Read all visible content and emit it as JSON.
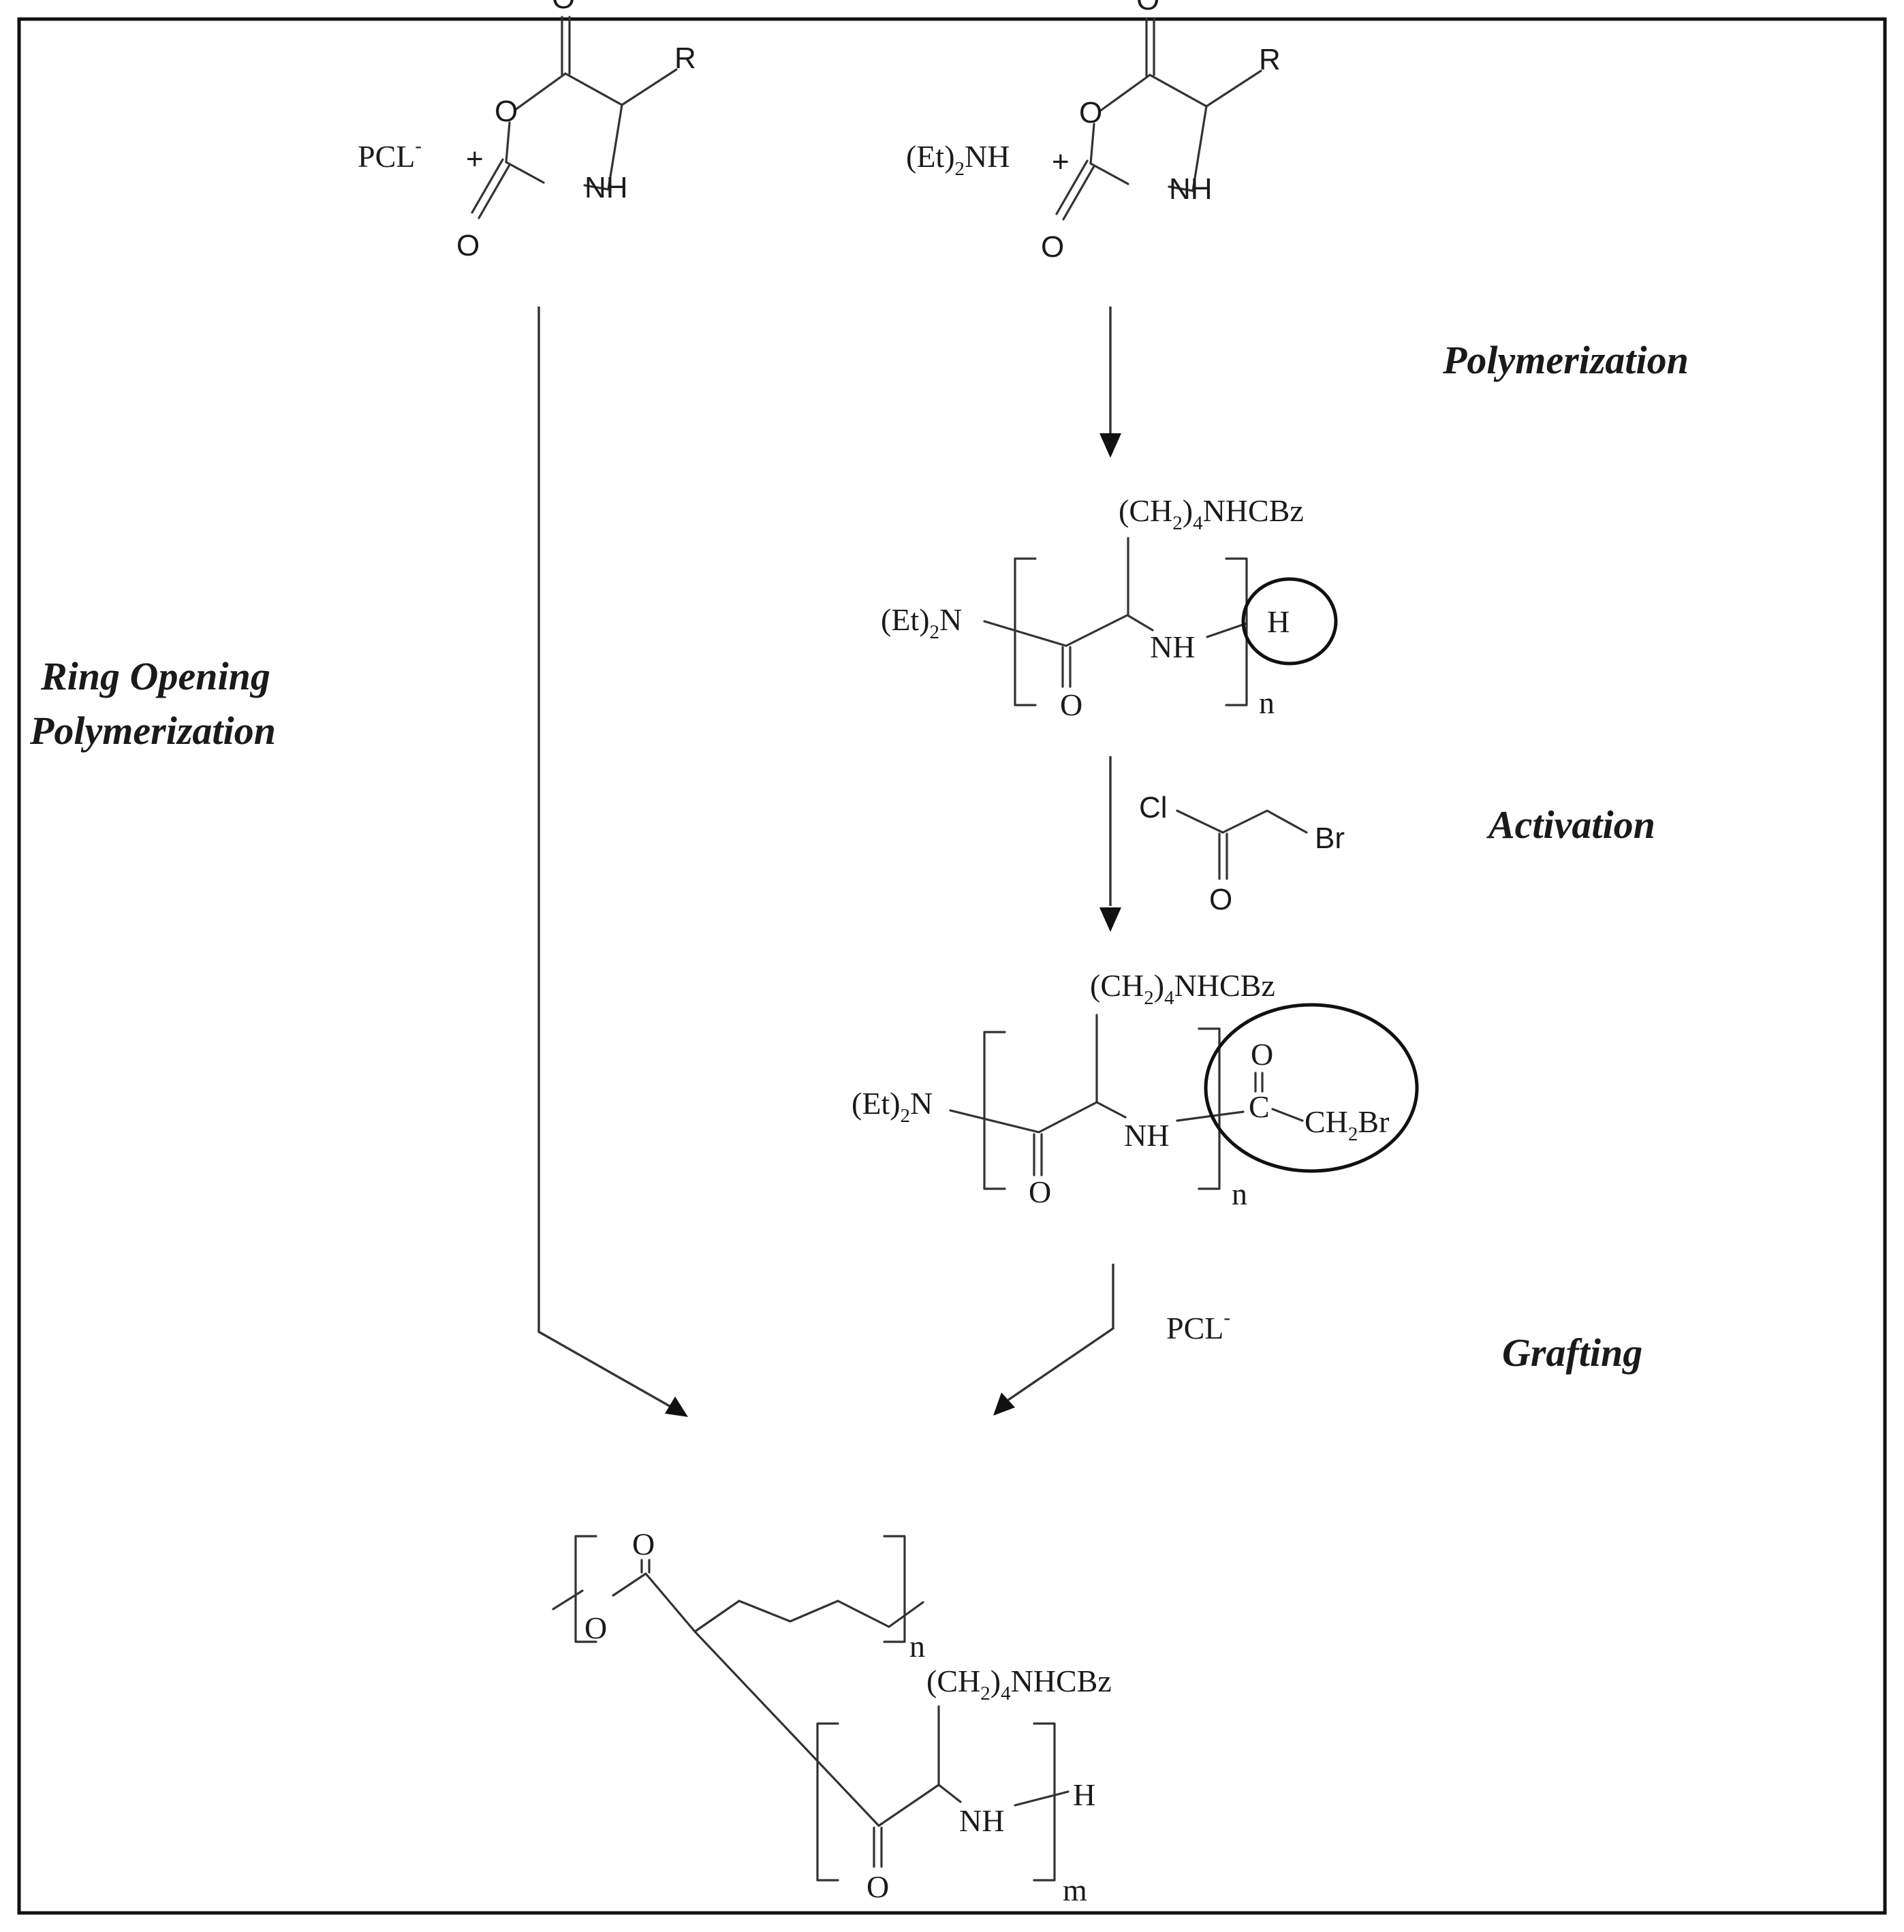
{
  "steps": {
    "polymerization": "Polymerization",
    "ring_opening_line1": "Ring Opening",
    "ring_opening_line2": "Polymerization",
    "activation": "Activation",
    "grafting": "Grafting"
  },
  "reactants": {
    "pcl_anion": "PCL",
    "pcl_charge": "-",
    "plus": "+",
    "amine_main": "(Et)",
    "amine_sub": "2",
    "amine_end": "NH"
  },
  "nca_ring": {
    "carbonyl_o": "O",
    "ring_o": "O",
    "nh": "NH",
    "r_group": "R"
  },
  "polylysine": {
    "side_chain_a": "(CH",
    "side_chain_sub_a": "2",
    "side_chain_b": ")",
    "side_chain_sub_b": "4",
    "side_chain_c": "NHCBz",
    "end_group_main": "(Et)",
    "end_group_sub": "2",
    "end_group_n": "N",
    "nh": "NH",
    "carbonyl_o": "O",
    "terminal_h": "H",
    "repeat_n": "n"
  },
  "reagent": {
    "cl": "Cl",
    "br": "Br",
    "carbonyl_o": "O"
  },
  "activated": {
    "acyl_o": "O",
    "acyl_c": "C",
    "ch2br_a": "CH",
    "ch2br_sub": "2",
    "ch2br_b": "Br"
  },
  "graft_reagent": {
    "label": "PCL",
    "charge": "-"
  },
  "product": {
    "ester_o": "O",
    "carbonyl_o": "O",
    "repeat_n": "n",
    "repeat_m": "m",
    "nh": "NH",
    "terminal_h": "H",
    "amide_o": "O"
  }
}
